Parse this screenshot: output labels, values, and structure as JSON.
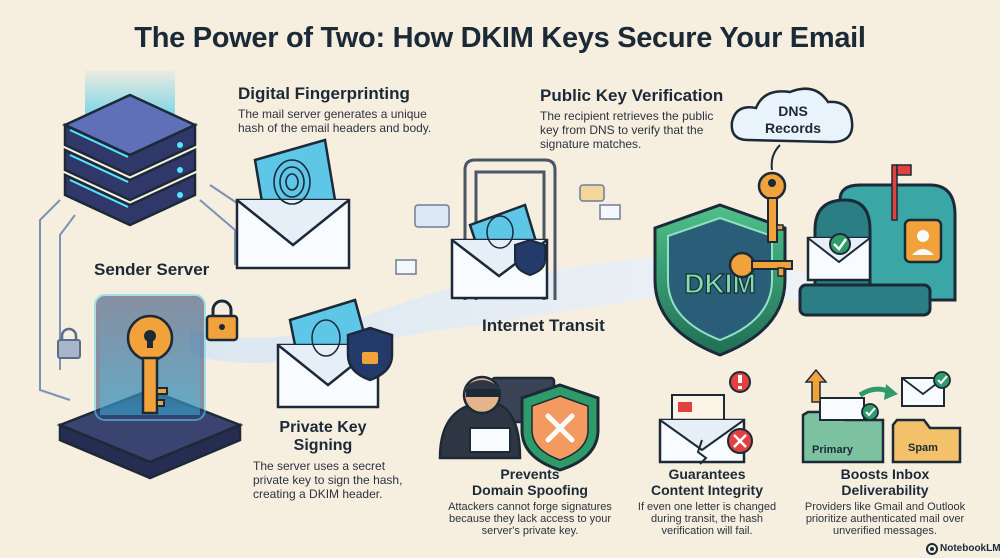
{
  "title": "The Power of Two: How DKIM Keys Secure Your Email",
  "sender": {
    "label": "Sender Server"
  },
  "fingerprint": {
    "heading": "Digital Fingerprinting",
    "text_1": "The mail server generates a unique",
    "text_2": "hash of the email headers and body."
  },
  "signing": {
    "heading_1": "Private Key",
    "heading_2": "Signing",
    "text_1": "The server uses a secret",
    "text_2": "private key to sign the hash,",
    "text_3": "creating a DKIM header."
  },
  "transit": {
    "label": "Internet Transit"
  },
  "verification": {
    "heading": "Public Key Verification",
    "text_1": "The recipient retrieves the public",
    "text_2": "key from DNS to verify that the",
    "text_3": "signature matches."
  },
  "dns": {
    "line_1": "DNS",
    "line_2": "Records"
  },
  "shield_text": "DKIM",
  "benefits": [
    {
      "heading_1": "Prevents",
      "heading_2": "Domain Spoofing",
      "text_1": "Attackers cannot forge signatures",
      "text_2": "because they lack access to your",
      "text_3": "server's private key."
    },
    {
      "heading_1": "Guarantees",
      "heading_2": "Content Integrity",
      "text_1": "If even one letter is changed",
      "text_2": "during transit, the hash",
      "text_3": "verification will fail."
    },
    {
      "heading_1": "Boosts Inbox",
      "heading_2": "Deliverability",
      "text_1": "Providers like Gmail and Outlook",
      "text_2": "prioritize authenticated mail over",
      "text_3": "unverified messages."
    }
  ],
  "folders": {
    "primary": "Primary",
    "spam": "Spam"
  },
  "footer": "NotebookLM",
  "icons": [
    "server-icon",
    "key-icon",
    "lock-icon",
    "envelope-icon",
    "fingerprint-icon",
    "shield-icon",
    "cloud-icon",
    "mailbox-icon",
    "hacker-icon",
    "folder-icon",
    "check-icon",
    "x-icon",
    "alert-icon"
  ],
  "colors": {
    "background": "#f6eedf",
    "navy": "#1c2a38",
    "cyan_glow": "#5fd6f2",
    "key_orange": "#f2a23a",
    "shield_green": "#2f9a6a",
    "danger_red": "#e34040",
    "mailbox_teal": "#3aa6a6"
  }
}
